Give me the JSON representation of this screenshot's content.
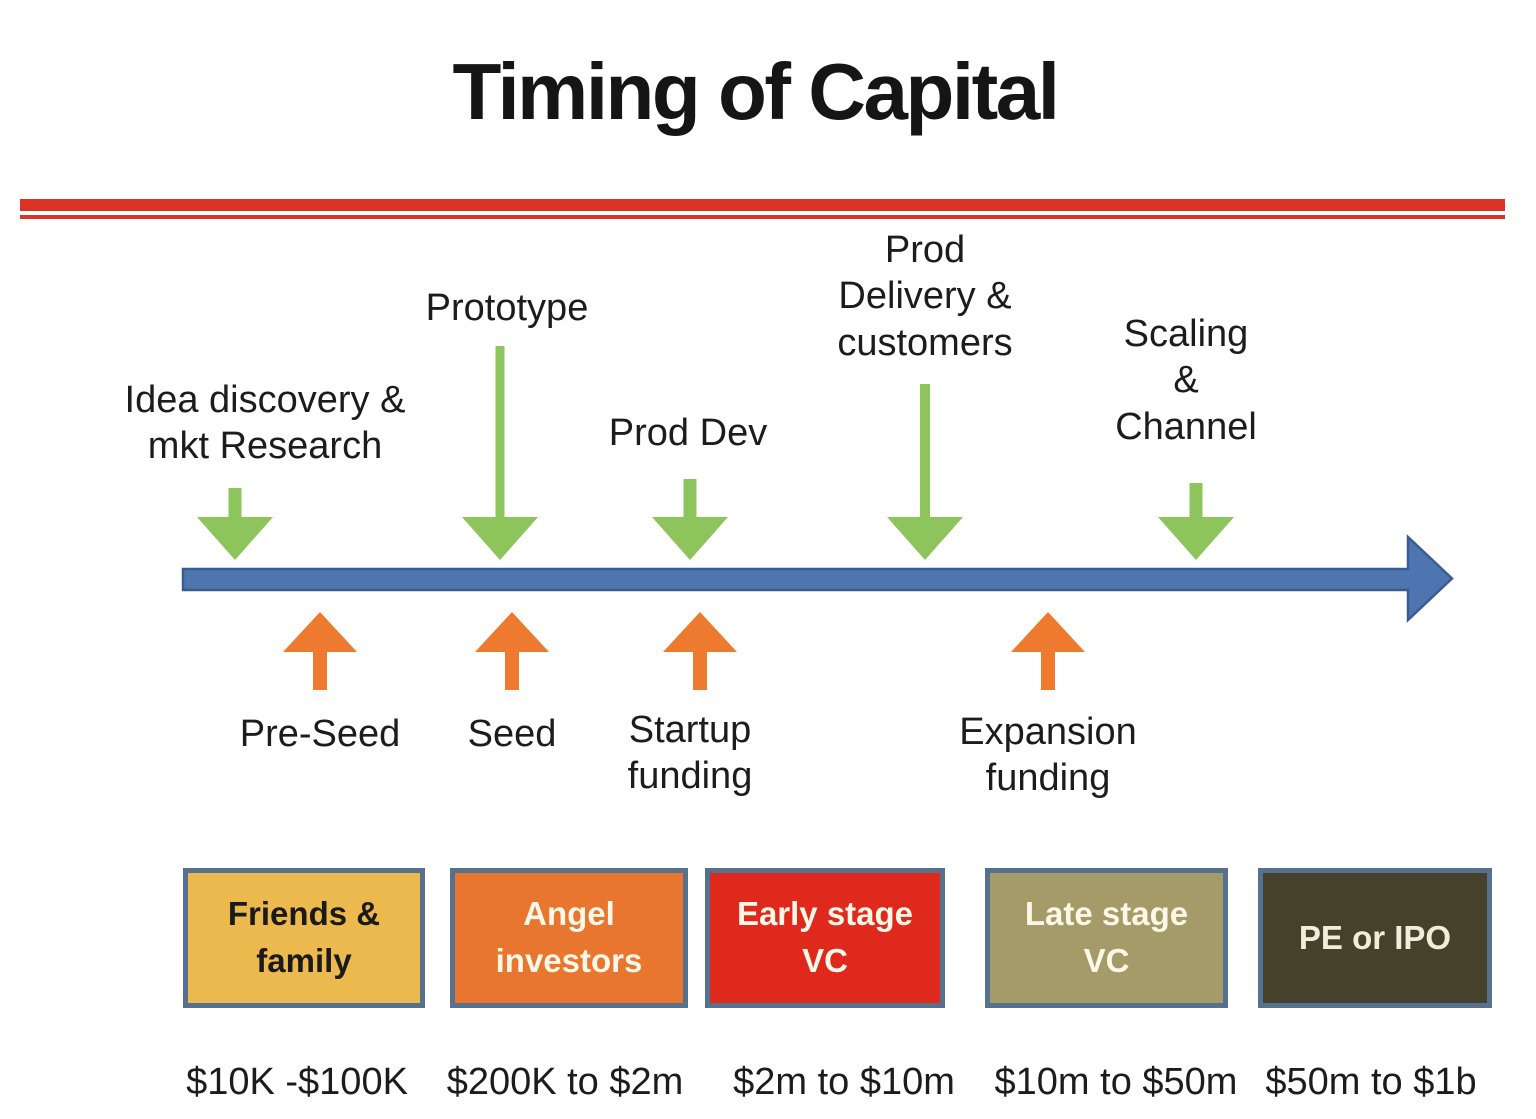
{
  "title": "Timing of Capital",
  "colors": {
    "divider_red": "#DD3226",
    "arrow_green": "#8EC45C",
    "arrow_orange": "#ED7A2F",
    "timeline_fill": "#4E75B0",
    "timeline_stroke": "#3A5C92",
    "box_border": "#56718F"
  },
  "milestones": [
    {
      "label": "Idea discovery &\nmkt Research"
    },
    {
      "label": "Prototype"
    },
    {
      "label": "Prod Dev"
    },
    {
      "label": "Prod\nDelivery &\ncustomers"
    },
    {
      "label": "Scaling\n&\nChannel"
    }
  ],
  "funding_rounds": [
    {
      "label": "Pre-Seed"
    },
    {
      "label": "Seed"
    },
    {
      "label": "Startup\nfunding"
    },
    {
      "label": "Expansion\nfunding"
    }
  ],
  "stages": [
    {
      "label": "Friends &\nfamily",
      "range": "$10K -$100K",
      "fill": "#EBB94D",
      "text_color": "#1A1A1A"
    },
    {
      "label": "Angel\ninvestors",
      "range": "$200K to $2m",
      "fill": "#E9762F",
      "text_color": "#FDF7E8"
    },
    {
      "label": "Early stage\nVC",
      "range": "$2m to $10m",
      "fill": "#E0291D",
      "text_color": "#FDF7E8"
    },
    {
      "label": "Late stage\nVC",
      "range": "$10m to $50m",
      "fill": "#A59B68",
      "text_color": "#FDF7E8"
    },
    {
      "label": "PE or IPO",
      "range": "$50m to $1b",
      "fill": "#45412B",
      "text_color": "#F2EDD9"
    }
  ]
}
